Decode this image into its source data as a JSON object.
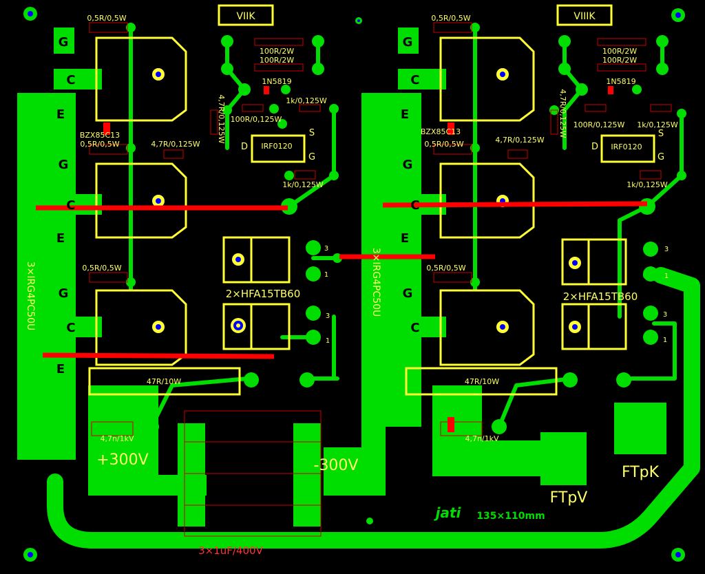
{
  "board": {
    "background": "#000000",
    "copper_color": "#00dd00",
    "silk_color": "#ffff33",
    "jumper_color": "#ff0000",
    "drill_color": "#0000ff",
    "outline_color": "#cc0000"
  },
  "left": {
    "vtrans_label": "VIIK",
    "r_gate_top": "0,5R/0,5W",
    "r_100_a": "100R/2W",
    "r_100_b": "100R/2W",
    "diode": "1N5819",
    "r_4_7_vert": "4,7R/0,125W",
    "r_1k_a": "1k/0,125W",
    "r_100_small": "100R/0,125W",
    "zener": "BZX85C13",
    "r_gate_mid": "0,5R/0,5W",
    "r_4_7_h": "4,7R/0,125W",
    "d_label": "D",
    "s_label": "S",
    "g_label": "G",
    "mosfet": "IRF0120",
    "r_1k_b": "1k/0,125W",
    "r_gate_bot": "0,5R/0,5W",
    "diodes": "2×HFA15TB60",
    "igbts": "3×IRG4PC50U",
    "pin3_a": "3",
    "pin1_a": "1",
    "pin3_b": "3",
    "pin1_b": "1",
    "r_47": "47R/10W",
    "cap": "4,7n/1kV",
    "pad_g": "G",
    "pad_c": "C",
    "pad_e": "E"
  },
  "right": {
    "vtrans_label": "VIIIK",
    "r_gate_top": "0,5R/0,5W",
    "r_100_a": "100R/2W",
    "r_100_b": "100R/2W",
    "diode": "1N5819",
    "r_4_7_vert": "4,7R/0,125W",
    "r_1k_a": "1k/0,125W",
    "r_100_small": "100R/0,125W",
    "zener": "BZX85C13",
    "r_gate_mid": "0,5R/0,5W",
    "r_4_7_h": "4,7R/0,125W",
    "d_label": "D",
    "s_label": "S",
    "g_label": "G",
    "mosfet": "IRF0120",
    "r_1k_b": "1k/0,125W",
    "r_gate_bot": "0,5R/0,5W",
    "diodes": "2×HFA15TB60",
    "igbts": "3×IRG4PC50U",
    "pin3_a": "3",
    "pin1_a": "1",
    "pin3_b": "3",
    "pin1_b": "1",
    "r_47": "47R/10W",
    "cap": "4,7n/1kV"
  },
  "bottom": {
    "plus_rail": "+300V",
    "minus_rail": "-300V",
    "caps": "3×1uF/400V",
    "ftpv": "FTpV",
    "ftpk": "FTpK",
    "author": "jati",
    "size": "135×110mm"
  }
}
